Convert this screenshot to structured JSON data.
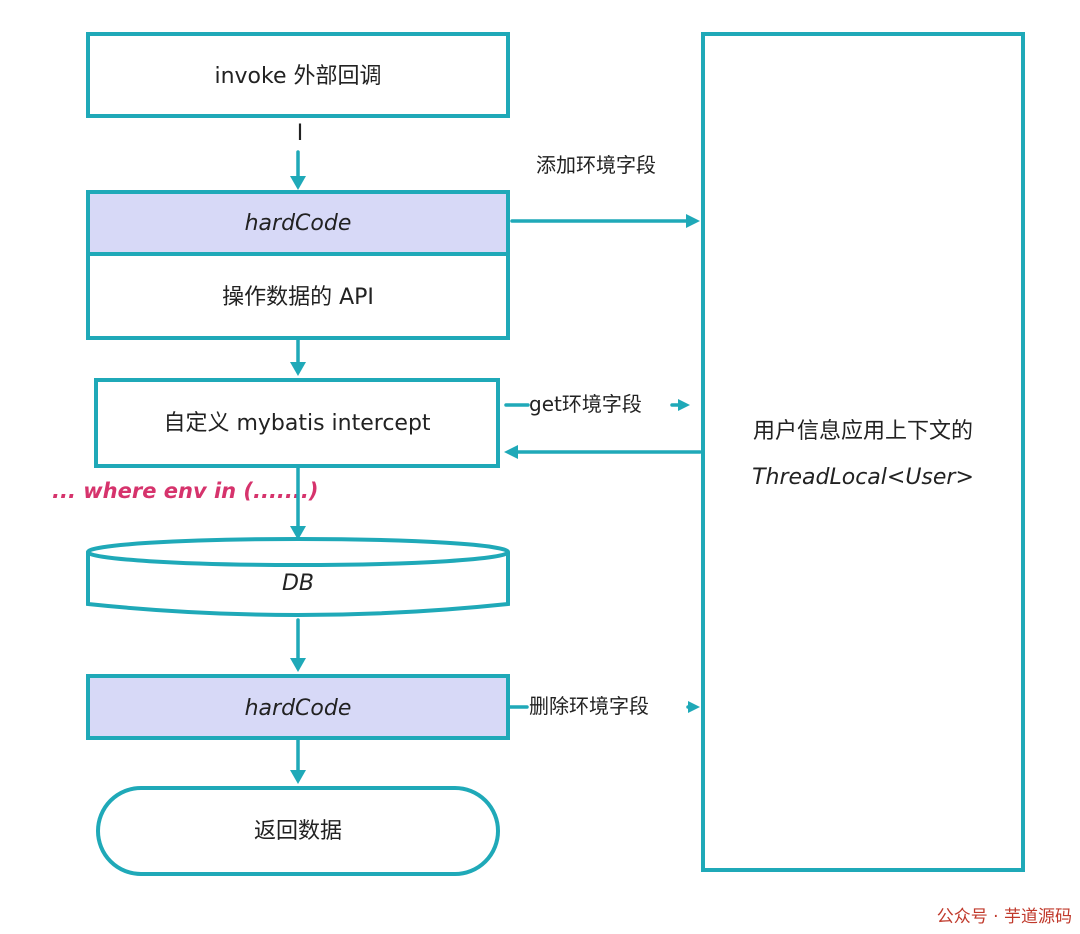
{
  "nodes": {
    "invoke": "invoke 外部回调",
    "hardcode_top": "hardCode",
    "api": "操作数据的 API",
    "mybatis": "自定义 mybatis intercept",
    "db": "DB",
    "hardcode_bottom": "hardCode",
    "return": "返回数据",
    "context_line1": "用户信息应用上下文的",
    "context_line2": "ThreadLocal<User>"
  },
  "edges": {
    "add_field": "添加环境字段",
    "get_field": "get环境字段",
    "delete_field": "删除环境字段",
    "connector_mark": "I"
  },
  "annotation": {
    "where_clause": "... where env in (.......)"
  },
  "watermark": {
    "text": "公众号 · 芋道源码"
  },
  "colors": {
    "stroke": "#1fa9b8",
    "highlight_fill": "#d7d9f7",
    "annotation": "#d6336c"
  }
}
